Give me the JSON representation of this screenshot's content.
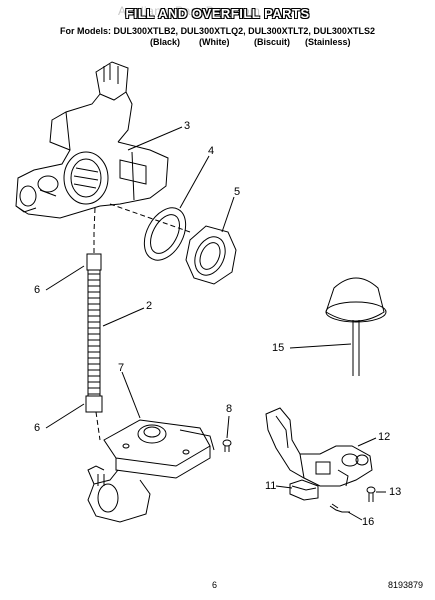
{
  "watermark": "AppliancePartsPros.com",
  "title": "FILL AND OVERFILL PARTS",
  "models_line": "For Models: DUL300XTLB2, DUL300XTLQ2, DUL300XTLT2, DUL300XTLS2",
  "colors": [
    "(Black)",
    "(White)",
    "(Biscuit)",
    "(Stainless)"
  ],
  "callouts": [
    "3",
    "4",
    "5",
    "6",
    "2",
    "15",
    "7",
    "6",
    "8",
    "12",
    "11",
    "13",
    "16"
  ],
  "footer": {
    "page_number": "6",
    "doc_number": "8193879"
  }
}
